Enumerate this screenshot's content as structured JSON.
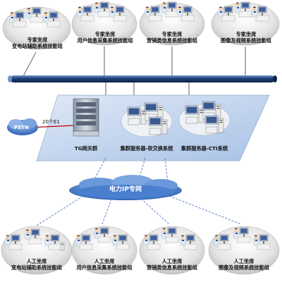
{
  "top_groups": [
    {
      "line1": "专家坐席",
      "line2": "变电站辅助系统技能组"
    },
    {
      "line1": "专家坐席",
      "line2": "用户信息采集系统技能组"
    },
    {
      "line1": "专家坐席",
      "line2": "营销类信息系统技能组"
    },
    {
      "line1": "专家坐席",
      "line2": "图像及视频系统技能组"
    }
  ],
  "bottom_groups": [
    {
      "line1": "人工坐席",
      "line2": "变电站辅助系统技能组"
    },
    {
      "line1": "人工坐席",
      "line2": "用户信息采集系统技能组"
    },
    {
      "line1": "人工坐席",
      "line2": "营销类信息系统技能组"
    },
    {
      "line1": "人工坐席",
      "line2": "图像及视频系统技能组"
    }
  ],
  "center": {
    "pstn": "PSTN",
    "link_label": "20个E1",
    "gateway": "TG网关群",
    "softswitch": "集群服务器-软交换系统",
    "cti": "集群服务器-CTI系统",
    "ip_network": "电力IP专网"
  },
  "colors": {
    "bus": "#17365d",
    "platform": "#c9daf2",
    "cloud": "#3b73c7",
    "disc": "#e6e6e6"
  }
}
